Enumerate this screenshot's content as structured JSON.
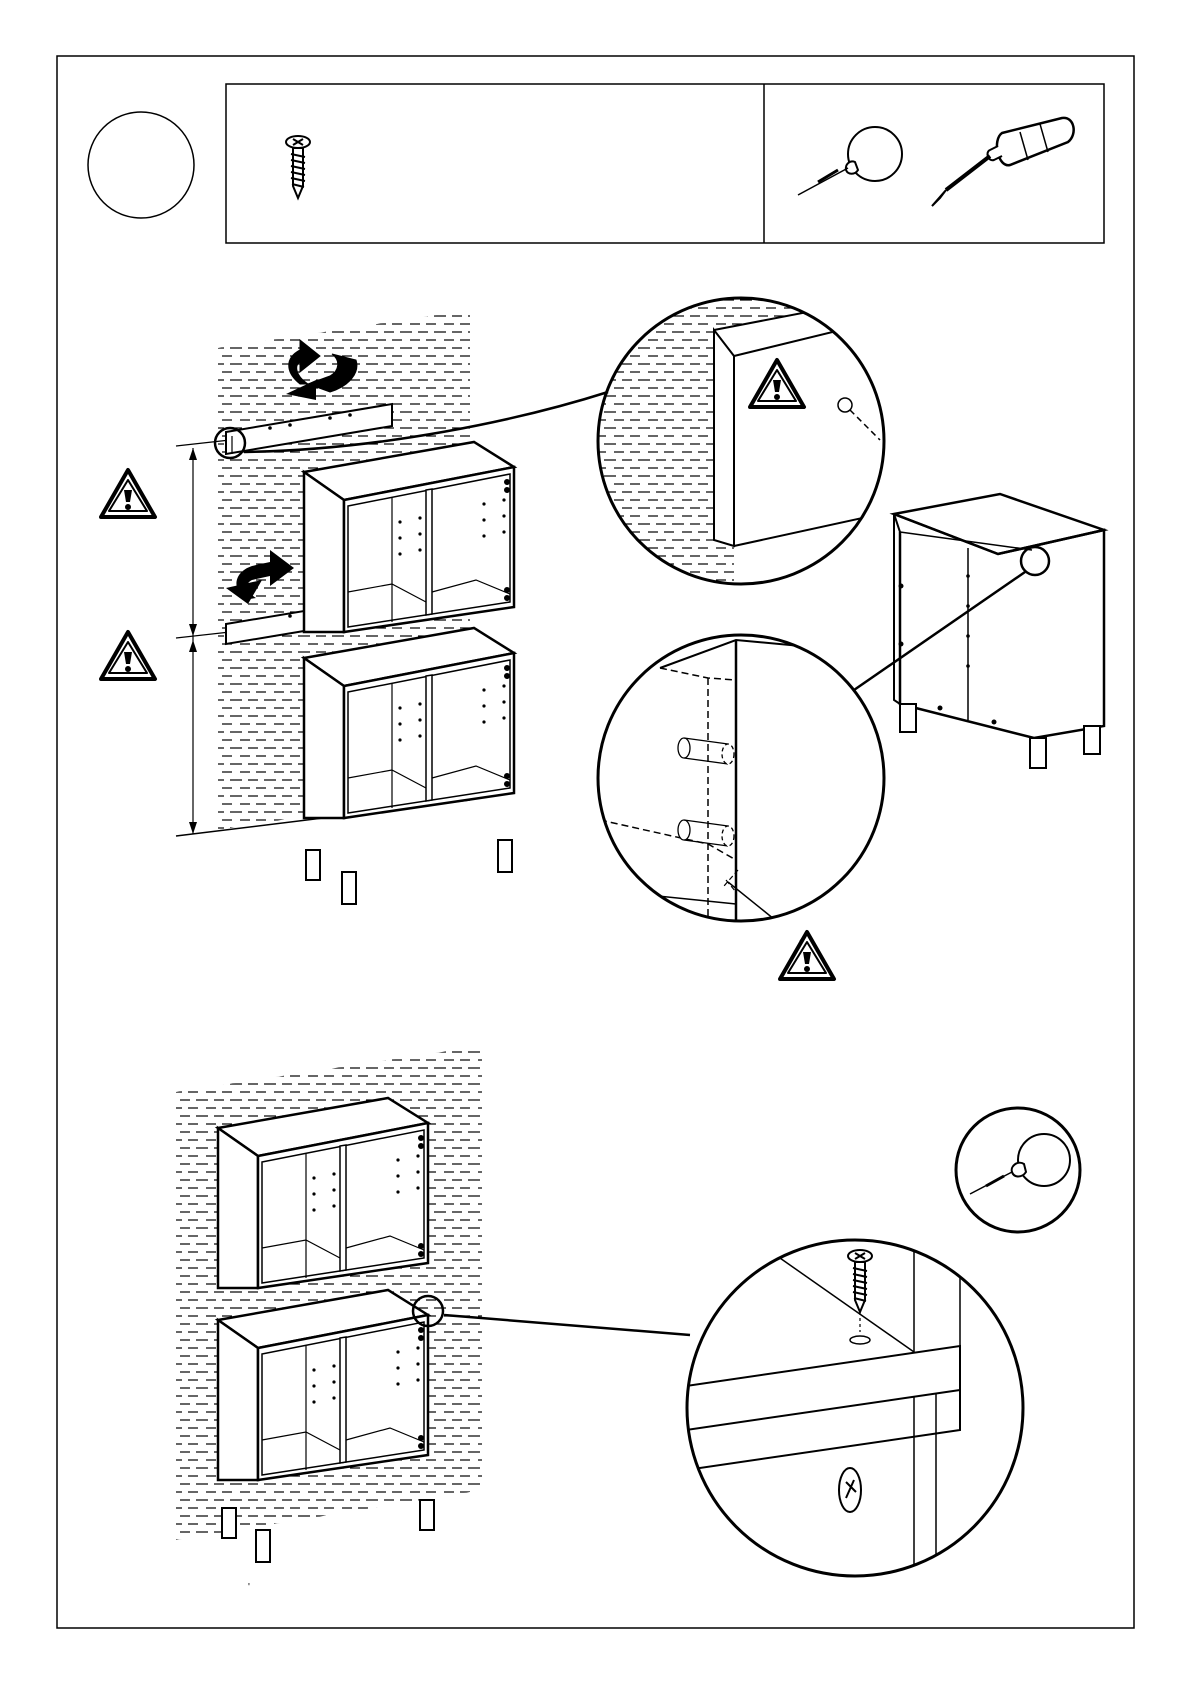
{
  "page": {
    "type": "assembly-instruction-step",
    "step_number": "",
    "text_labels": []
  },
  "header": {
    "parts_panel": {
      "items": [
        {
          "icon": "screw-icon",
          "quantity_label": ""
        }
      ]
    },
    "tools_panel": {
      "items": [
        {
          "icon": "awl-icon"
        },
        {
          "icon": "screwdriver-icon"
        }
      ]
    }
  },
  "illustrations": [
    {
      "name": "wall-mount-overview",
      "warning_icons": 2
    },
    {
      "name": "rail-corner-detail",
      "warning_icons": 1
    },
    {
      "name": "dowel-joint-detail",
      "warning_icons": 1
    },
    {
      "name": "lower-cabinet-reference",
      "warning_icons": 0
    },
    {
      "name": "mounted-cabinet-overview",
      "warning_icons": 0
    },
    {
      "name": "screw-fixing-detail",
      "warning_icons": 0
    }
  ],
  "colors": {
    "line": "#000000",
    "background": "#ffffff"
  }
}
